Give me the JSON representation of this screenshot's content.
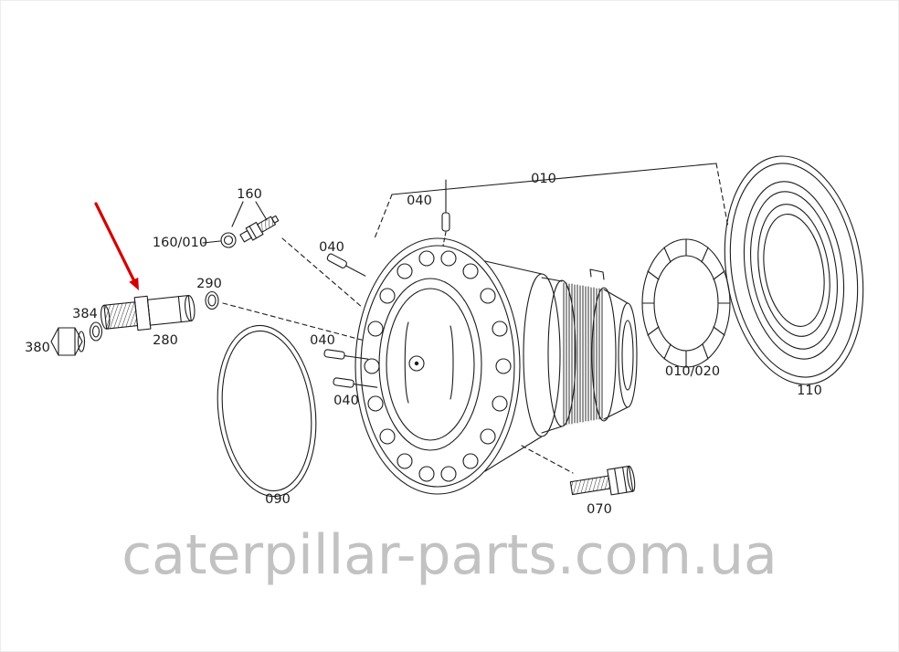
{
  "labels": {
    "l160": "160",
    "l160_010": "160/010",
    "l040_top": "040",
    "l010": "010",
    "l040_upper": "040",
    "l290": "290",
    "l384": "384",
    "l380": "380",
    "l280": "280",
    "l040_mid": "040",
    "l040_lower": "040",
    "l090": "090",
    "l070": "070",
    "l010_020": "010/020",
    "l110": "110"
  },
  "watermark": "caterpillar-parts.com.ua",
  "colors": {
    "line": "#1c1c1c",
    "arrow": "#d40000",
    "watermark": "#c2c2c2"
  }
}
